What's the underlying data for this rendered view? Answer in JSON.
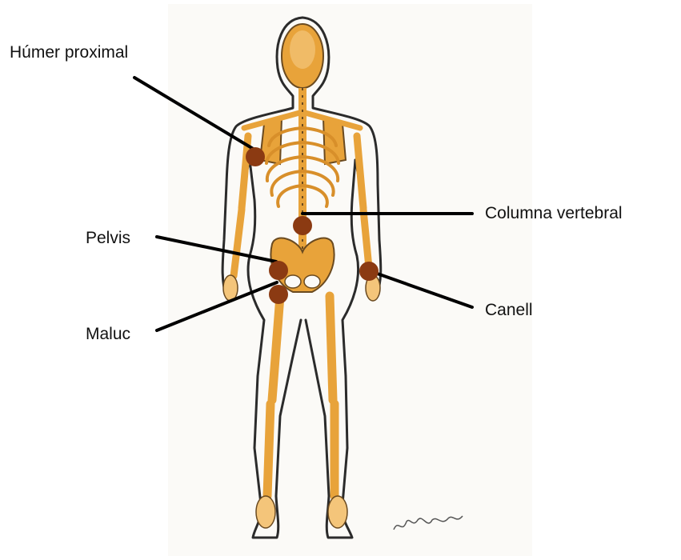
{
  "labels": {
    "humer": "Húmer proximal",
    "columna": "Columna vertebral",
    "pelvis": "Pelvis",
    "canell": "Canell",
    "maluc": "Maluc"
  },
  "colors": {
    "bone": "#e8a33a",
    "bone_light": "#f4c57a",
    "marker": "#8b3a12",
    "outline": "#2b2b2b",
    "leader": "#000000"
  }
}
